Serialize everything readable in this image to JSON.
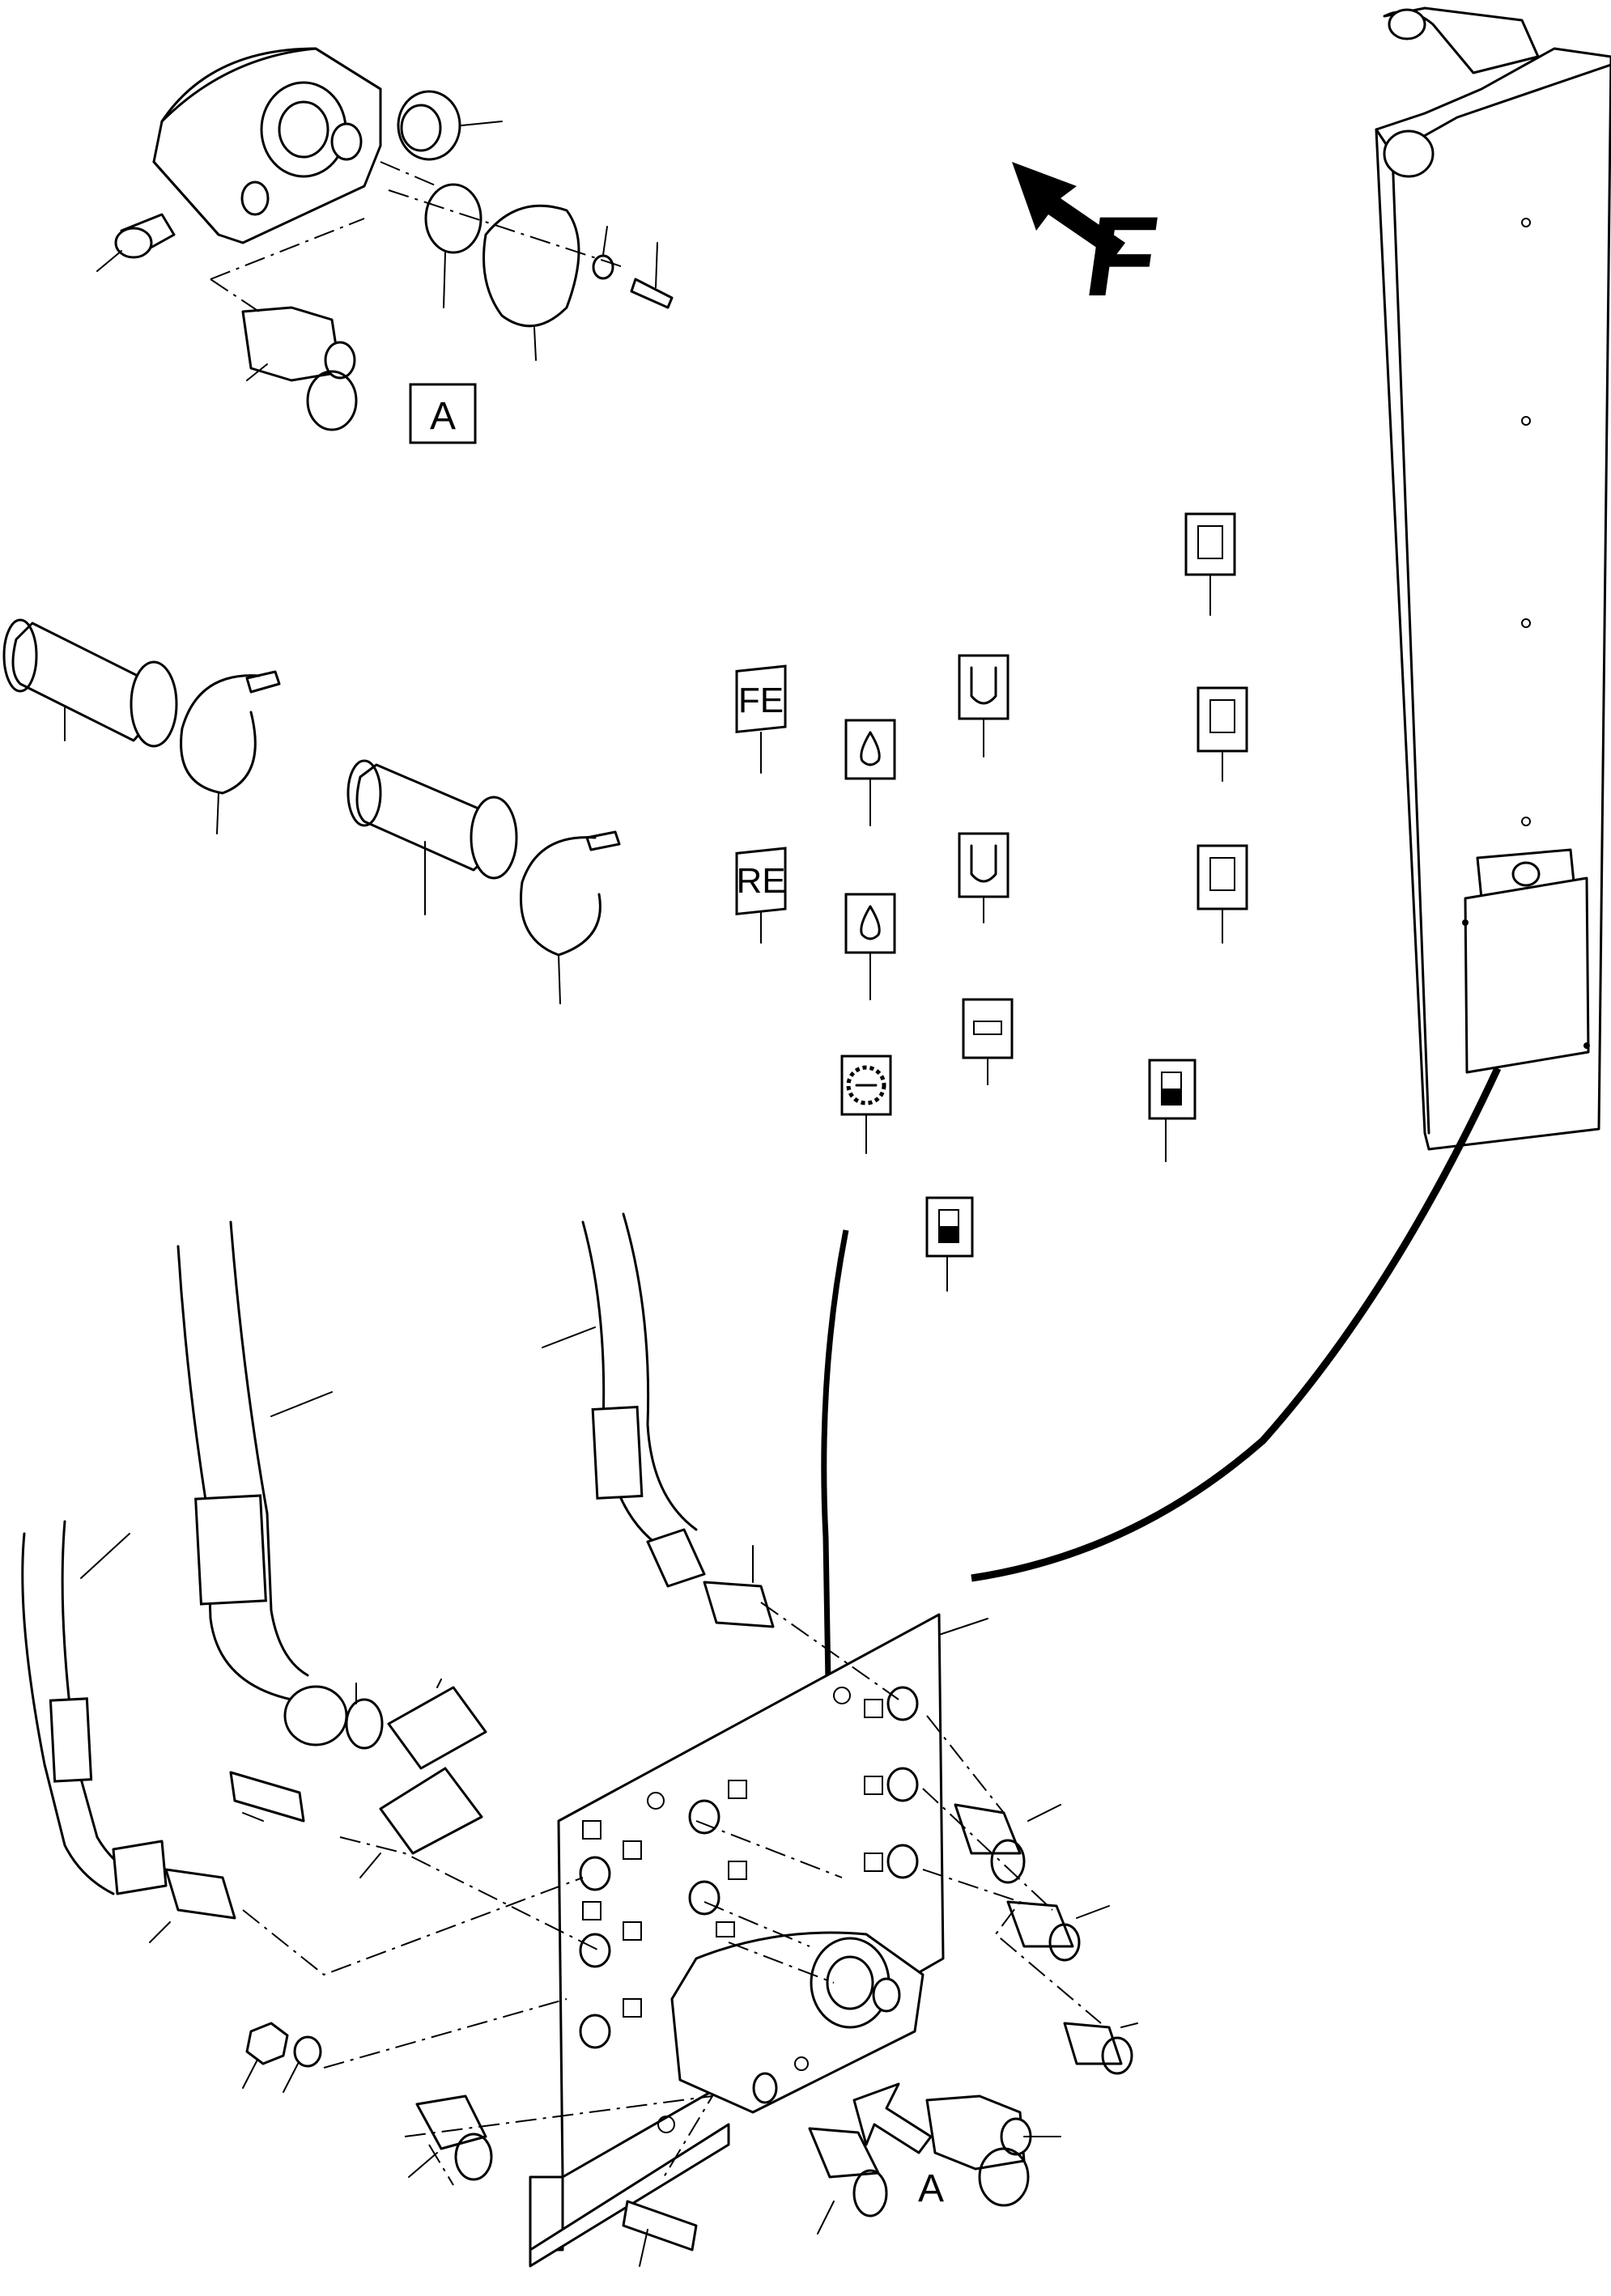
{
  "labels": {
    "callout_a_box": "A",
    "arrow_a": "A",
    "direction_f": "F",
    "decal_fe": "FE",
    "decal_re": "RE"
  }
}
